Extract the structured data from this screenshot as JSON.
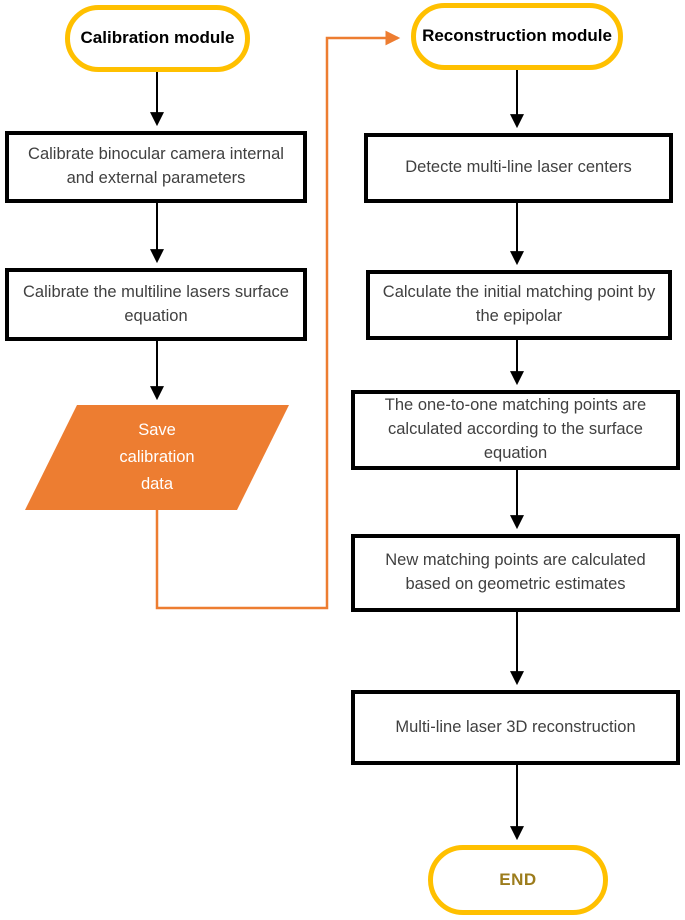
{
  "palette": {
    "pill_border": "#FFC000",
    "flow_orange": "#ED7D31",
    "box_text": "#404040",
    "end_text": "#9C7C1C",
    "arrow_black": "#000000"
  },
  "calibration": {
    "title": "Calibration module",
    "step1": "Calibrate binocular camera internal and external parameters",
    "step2": "Calibrate the multiline lasers surface equation",
    "save_data": "Save calibration data"
  },
  "reconstruction": {
    "title": "Reconstruction module",
    "step1": "Detecte multi-line laser centers",
    "step2": "Calculate the initial matching point by the epipolar",
    "step3": "The one-to-one matching points are calculated according to the surface equation",
    "step4": "New matching points are calculated based on geometric estimates",
    "step5": "Multi-line laser 3D reconstruction",
    "end": "END"
  }
}
